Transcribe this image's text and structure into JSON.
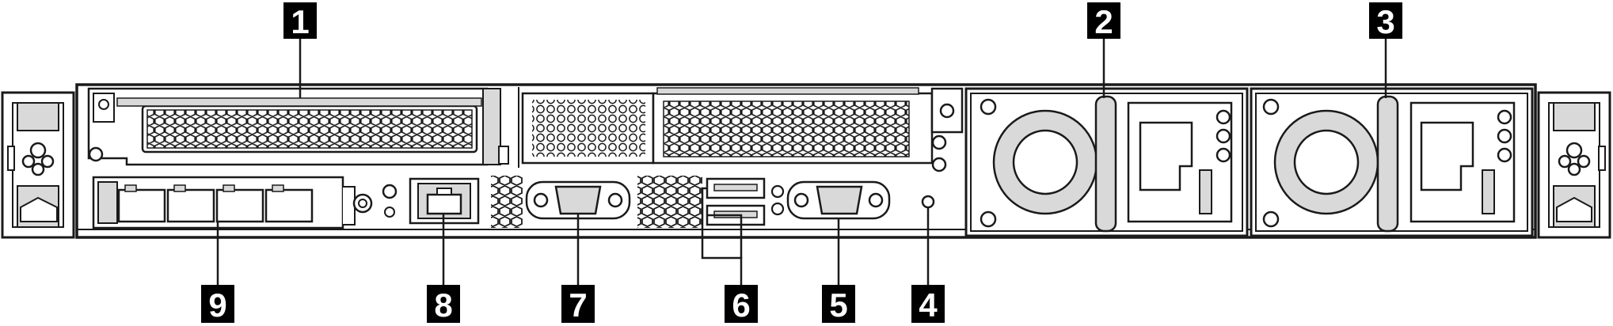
{
  "diagram": {
    "callouts": [
      {
        "id": "1",
        "label": "1"
      },
      {
        "id": "2",
        "label": "2"
      },
      {
        "id": "3",
        "label": "3"
      },
      {
        "id": "4",
        "label": "4"
      },
      {
        "id": "5",
        "label": "5"
      },
      {
        "id": "6",
        "label": "6"
      },
      {
        "id": "7",
        "label": "7"
      },
      {
        "id": "8",
        "label": "8"
      },
      {
        "id": "9",
        "label": "9"
      }
    ],
    "colors": {
      "line": "#1a1a1a",
      "panel_fill": "#ffffff",
      "shade": "#d9d9d9",
      "dark_shade": "#a6a6a6",
      "callout_bg": "#000000",
      "callout_text": "#ffffff"
    }
  }
}
